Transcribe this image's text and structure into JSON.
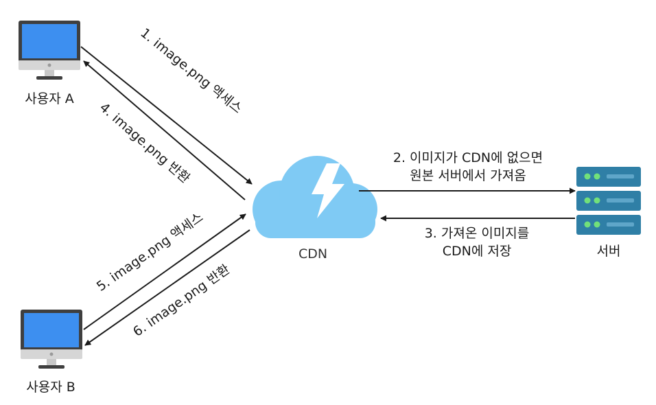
{
  "nodes": {
    "user_a": {
      "label": "사용자 A"
    },
    "user_b": {
      "label": "사용자 B"
    },
    "cdn": {
      "label": "CDN"
    },
    "server": {
      "label": "서버"
    }
  },
  "edges": {
    "e1": "1. image.png 액세스",
    "e4": "4. image.png 반환",
    "e5": "5. image.png 액세스",
    "e6": "6. image.png 반환",
    "e2_line1": "2. 이미지가 CDN에 없으면",
    "e2_line2": "원본 서버에서 가져옴",
    "e3_line1": "3. 가져온 이미지를",
    "e3_line2": "CDN에 저장"
  },
  "colors": {
    "monitor_frame": "#3f3f3f",
    "monitor_screen": "#3d8ff0",
    "monitor_chin": "#d6d6d6",
    "cloud": "#7fcaf4",
    "bolt": "#ffffff",
    "server_body": "#2f7fa6",
    "server_light": "#72e07a",
    "arrow": "#1a1a1a"
  },
  "icons": {
    "user_a": "desktop-monitor-icon",
    "user_b": "desktop-monitor-icon",
    "cdn": "cloud-lightning-icon",
    "server": "server-rack-icon"
  }
}
